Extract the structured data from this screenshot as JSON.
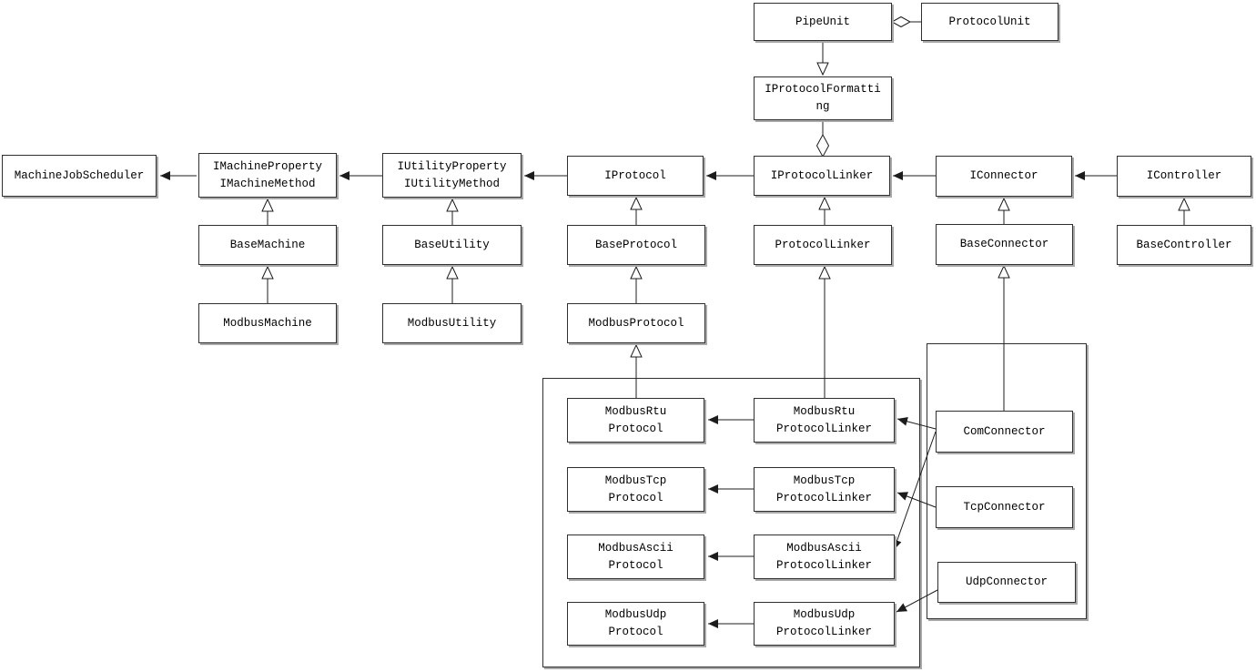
{
  "diagram": {
    "type": "uml-class-diagram",
    "colors": {
      "background": "#ffffff",
      "box_fill": "#ffffff",
      "box_border": "#2f2f2f",
      "box_shadow": "#a9a9a9",
      "line": "#1c1c1c",
      "text": "#000000"
    },
    "nodes": {
      "pipe_unit": {
        "label": "PipeUnit"
      },
      "protocol_unit": {
        "label": "ProtocolUnit"
      },
      "iprotocol_formatting": {
        "label": "IProtocolFormatti\nng"
      },
      "machine_job_scheduler": {
        "label": "MachineJobScheduler"
      },
      "imachine": {
        "label": "IMachineProperty\nIMachineMethod"
      },
      "iutility": {
        "label": "IUtilityProperty\nIUtilityMethod"
      },
      "iprotocol": {
        "label": "IProtocol"
      },
      "iprotocol_linker": {
        "label": "IProtocolLinker"
      },
      "iconnector": {
        "label": "IConnector"
      },
      "icontroller": {
        "label": "IController"
      },
      "base_machine": {
        "label": "BaseMachine"
      },
      "base_utility": {
        "label": "BaseUtility"
      },
      "base_protocol": {
        "label": "BaseProtocol"
      },
      "protocol_linker": {
        "label": "ProtocolLinker"
      },
      "base_connector": {
        "label": "BaseConnector"
      },
      "base_controller": {
        "label": "BaseController"
      },
      "modbus_machine": {
        "label": "ModbusMachine"
      },
      "modbus_utility": {
        "label": "ModbusUtility"
      },
      "modbus_protocol": {
        "label": "ModbusProtocol"
      },
      "modbus_rtu_protocol": {
        "label": "ModbusRtu\nProtocol"
      },
      "modbus_rtu_protocol_linker": {
        "label": "ModbusRtu\nProtocolLinker"
      },
      "modbus_tcp_protocol": {
        "label": "ModbusTcp\nProtocol"
      },
      "modbus_tcp_protocol_linker": {
        "label": "ModbusTcp\nProtocolLinker"
      },
      "modbus_ascii_protocol": {
        "label": "ModbusAscii\nProtocol"
      },
      "modbus_ascii_protocol_linker": {
        "label": "ModbusAscii\nProtocolLinker"
      },
      "modbus_udp_protocol": {
        "label": "ModbusUdp\nProtocol"
      },
      "modbus_udp_protocol_linker": {
        "label": "ModbusUdp\nProtocolLinker"
      },
      "com_connector": {
        "label": "ComConnector"
      },
      "tcp_connector": {
        "label": "TcpConnector"
      },
      "udp_connector": {
        "label": "UdpConnector"
      }
    },
    "edges": [
      {
        "from": "PipeUnit",
        "to": "ProtocolUnit",
        "type": "aggregation"
      },
      {
        "from": "PipeUnit",
        "to": "IProtocolFormatting",
        "type": "realization"
      },
      {
        "from": "IProtocolFormatting",
        "to": "IProtocolLinker",
        "type": "aggregation"
      },
      {
        "from": "IMachineProperty IMachineMethod",
        "to": "MachineJobScheduler",
        "type": "association"
      },
      {
        "from": "IUtilityProperty IUtilityMethod",
        "to": "IMachineProperty IMachineMethod",
        "type": "association"
      },
      {
        "from": "IProtocol",
        "to": "IUtilityProperty IUtilityMethod",
        "type": "association"
      },
      {
        "from": "IProtocolLinker",
        "to": "IProtocol",
        "type": "association"
      },
      {
        "from": "IConnector",
        "to": "IProtocolLinker",
        "type": "association"
      },
      {
        "from": "IController",
        "to": "IConnector",
        "type": "association"
      },
      {
        "from": "BaseMachine",
        "to": "IMachineProperty IMachineMethod",
        "type": "inheritance"
      },
      {
        "from": "ModbusMachine",
        "to": "BaseMachine",
        "type": "inheritance"
      },
      {
        "from": "BaseUtility",
        "to": "IUtilityProperty IUtilityMethod",
        "type": "inheritance"
      },
      {
        "from": "ModbusUtility",
        "to": "BaseUtility",
        "type": "inheritance"
      },
      {
        "from": "BaseProtocol",
        "to": "IProtocol",
        "type": "inheritance"
      },
      {
        "from": "ModbusProtocol",
        "to": "BaseProtocol",
        "type": "inheritance"
      },
      {
        "from": "ProtocolLinker",
        "to": "IProtocolLinker",
        "type": "inheritance"
      },
      {
        "from": "BaseConnector",
        "to": "IConnector",
        "type": "inheritance"
      },
      {
        "from": "BaseController",
        "to": "IController",
        "type": "inheritance"
      },
      {
        "from": "ModbusRtuProtocol",
        "to": "ModbusProtocol",
        "type": "inheritance"
      },
      {
        "from": "ModbusRtuProtocolLinker",
        "to": "ProtocolLinker",
        "type": "inheritance"
      },
      {
        "from": "ComConnector",
        "to": "BaseConnector",
        "type": "inheritance"
      },
      {
        "from": "ModbusRtuProtocolLinker",
        "to": "ModbusRtuProtocol",
        "type": "association"
      },
      {
        "from": "ModbusTcpProtocolLinker",
        "to": "ModbusTcpProtocol",
        "type": "association"
      },
      {
        "from": "ModbusAsciiProtocolLinker",
        "to": "ModbusAsciiProtocol",
        "type": "association"
      },
      {
        "from": "ModbusUdpProtocolLinker",
        "to": "ModbusUdpProtocol",
        "type": "association"
      },
      {
        "from": "ComConnector",
        "to": "ModbusRtuProtocolLinker",
        "type": "association"
      },
      {
        "from": "ComConnector",
        "to": "ModbusAsciiProtocolLinker",
        "type": "association"
      },
      {
        "from": "TcpConnector",
        "to": "ModbusTcpProtocolLinker",
        "type": "association"
      },
      {
        "from": "UdpConnector",
        "to": "ModbusUdpProtocolLinker",
        "type": "association"
      }
    ]
  }
}
